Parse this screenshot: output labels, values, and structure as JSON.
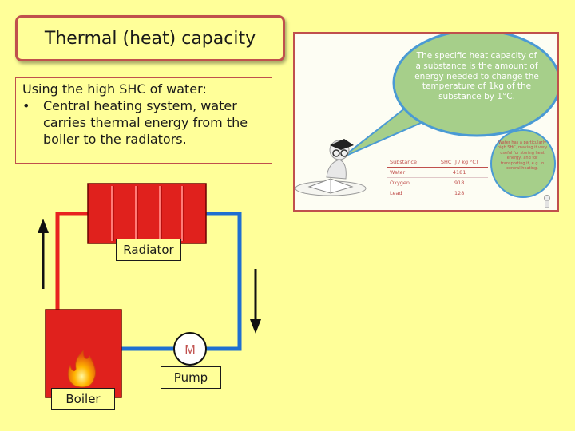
{
  "title": "Thermal (heat) capacity",
  "info": {
    "heading": "Using the high SHC of water:",
    "bullet_symbol": "•",
    "bullet_text": "Central heating system, water carries thermal energy from the boiler to the radiators."
  },
  "diagram": {
    "radiator_label": "Radiator",
    "pump_label": "Pump",
    "pump_symbol": "M",
    "boiler_label": "Boiler",
    "colors": {
      "hot_pipe": "#e8231f",
      "cold_pipe": "#1f6fd1",
      "radiator": "#e0211d",
      "boiler": "#e0211d",
      "accent_border": "#c0504d"
    }
  },
  "panel": {
    "bubble_text": "The specific heat capacity of a substance is the amount of energy needed to change the temperature of 1kg of the substance by 1°C.",
    "table": {
      "headers": [
        "Substance",
        "SHC (J / kg °C)"
      ],
      "rows": [
        [
          "Water",
          "4181"
        ],
        [
          "Oxygen",
          "918"
        ],
        [
          "Lead",
          "128"
        ]
      ]
    },
    "note_text": "Water has a particularly high SHC, making it very useful for storing heat energy, and for transporting it, e.g. in central heating."
  }
}
